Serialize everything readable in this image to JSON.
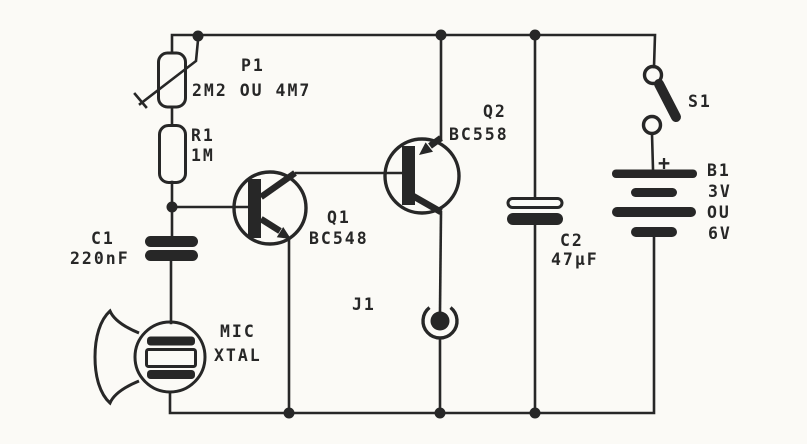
{
  "diagram": {
    "ink_color": "#272727",
    "paper_color": "#fbfaf6",
    "components": {
      "p1": {
        "ref": "P1",
        "value": "2M2 OU 4M7"
      },
      "r1": {
        "ref": "R1",
        "value": "1M"
      },
      "c1": {
        "ref": "C1",
        "value": "220nF"
      },
      "mic": {
        "ref": "MIC",
        "value": "XTAL"
      },
      "q1": {
        "ref": "Q1",
        "value": "BC548"
      },
      "q2": {
        "ref": "Q2",
        "value": "BC558"
      },
      "j1": {
        "ref": "J1"
      },
      "c2": {
        "ref": "C2",
        "value": "47µF"
      },
      "s1": {
        "ref": "S1"
      },
      "b1": {
        "ref": "B1",
        "polarity": "+",
        "values": [
          "3V",
          "OU",
          "6V"
        ]
      }
    }
  }
}
